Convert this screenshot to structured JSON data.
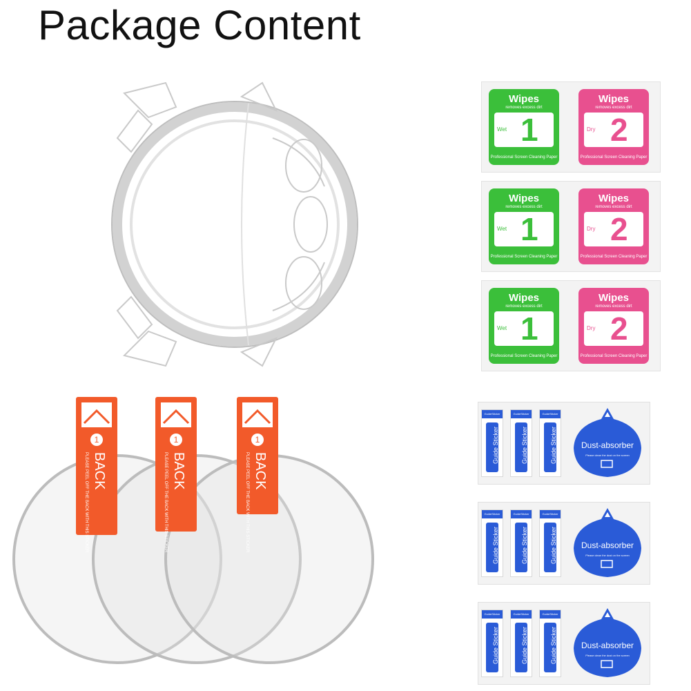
{
  "title": "Package Content",
  "colors": {
    "wipe_green": "#3bbf3a",
    "wipe_pink": "#e8508f",
    "guide_blue": "#2a5bd7",
    "film_tab_red": "#f25a2a"
  },
  "wipes": {
    "title": "Wipes",
    "subtitle": "removes excess dirt",
    "wet_label": "Wet",
    "wet_number": "1",
    "dry_label": "Dry",
    "dry_number": "2",
    "footer": "Professional Screen Cleaning Paper"
  },
  "guide": {
    "strip_top": "GuideSticker",
    "strip_label": "Guide Sticker",
    "absorber_label": "Dust-absorber",
    "absorber_caption": "Please clean the dust on the screen"
  },
  "film": {
    "tab_step": "1",
    "tab_label": "BACK",
    "tab_text": "PLEASE PEEL OFF THE BACK WITH THIS STICKER"
  },
  "icons": [
    "watch-case-image",
    "screen-film-image",
    "wipe-pack-image",
    "guide-sticker-image",
    "dust-absorber-image"
  ]
}
